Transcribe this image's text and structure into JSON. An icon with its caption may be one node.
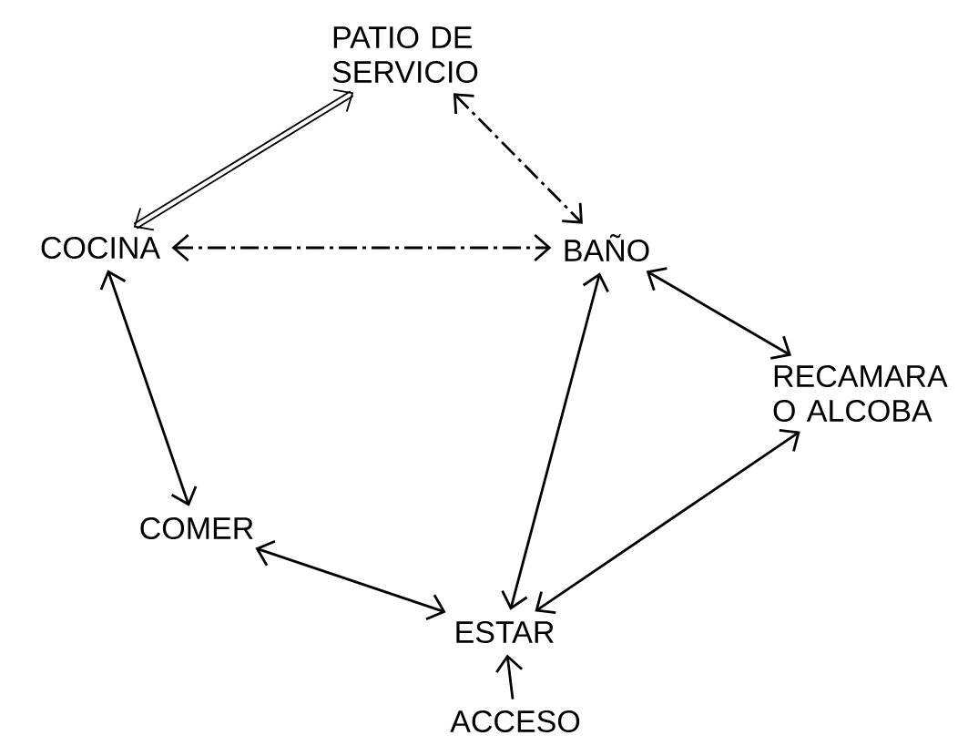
{
  "diagram": {
    "nodes": [
      {
        "text": [
          "PATIO DE SERVICIO"
        ]
      },
      {
        "text": [
          "COCINA"
        ]
      },
      {
        "text": [
          "BAÑO"
        ]
      },
      {
        "text": [
          "RECAMARA O ALCOBA"
        ]
      },
      {
        "text": [
          "COMER"
        ]
      },
      {
        "text": [
          "ESTAR"
        ]
      },
      {
        "text": [
          "ACCESO"
        ]
      }
    ],
    "edges": [
      {
        "from": 1,
        "to": 0,
        "arrow": "both",
        "style": "thick"
      },
      {
        "from": 0,
        "to": 2,
        "arrow": "both",
        "style": "dashed"
      },
      {
        "from": 1,
        "to": 2,
        "arrow": "both",
        "style": "dashed"
      },
      {
        "from": 2,
        "to": 3,
        "arrow": "both"
      },
      {
        "from": 1,
        "to": 4,
        "arrow": "both"
      },
      {
        "from": 2,
        "to": 5,
        "arrow": "both"
      },
      {
        "from": 3,
        "to": 5,
        "arrow": "both"
      },
      {
        "from": 4,
        "to": 5,
        "arrow": "both"
      },
      {
        "from": 6,
        "to": 5,
        "arrow": "to"
      }
    ]
  }
}
